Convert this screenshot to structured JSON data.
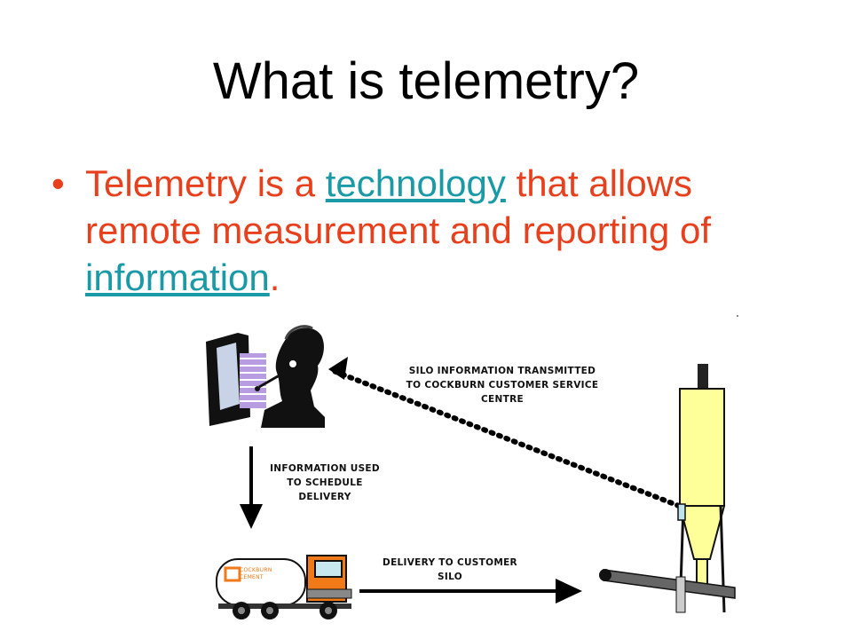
{
  "slide": {
    "title": "What is telemetry?",
    "bullet_symbol": "•",
    "bullet": {
      "part1": "Telemetry is a ",
      "link1": "technology",
      "part2": " that allows remote measurement and reporting of ",
      "link2": "information",
      "part3": "."
    }
  },
  "colors": {
    "bullet_text": "#E8401C",
    "link": "#1A9AA6",
    "silo": "#FFFF99",
    "truck_cab": "#F07A18"
  },
  "diagram": {
    "label_transmit": "SILO INFORMATION TRANSMITTED TO COCKBURN CUSTOMER SERVICE CENTRE",
    "label_schedule": "INFORMATION USED TO SCHEDULE DELIVERY",
    "label_delivery": "DELIVERY TO CUSTOMER SILO",
    "tanker_logo_line1": "COCKBURN",
    "tanker_logo_line2": "CEMENT",
    "icons": [
      "operator-headset-icon",
      "computer-monitor-icon",
      "silo-icon",
      "tanker-truck-icon"
    ]
  }
}
